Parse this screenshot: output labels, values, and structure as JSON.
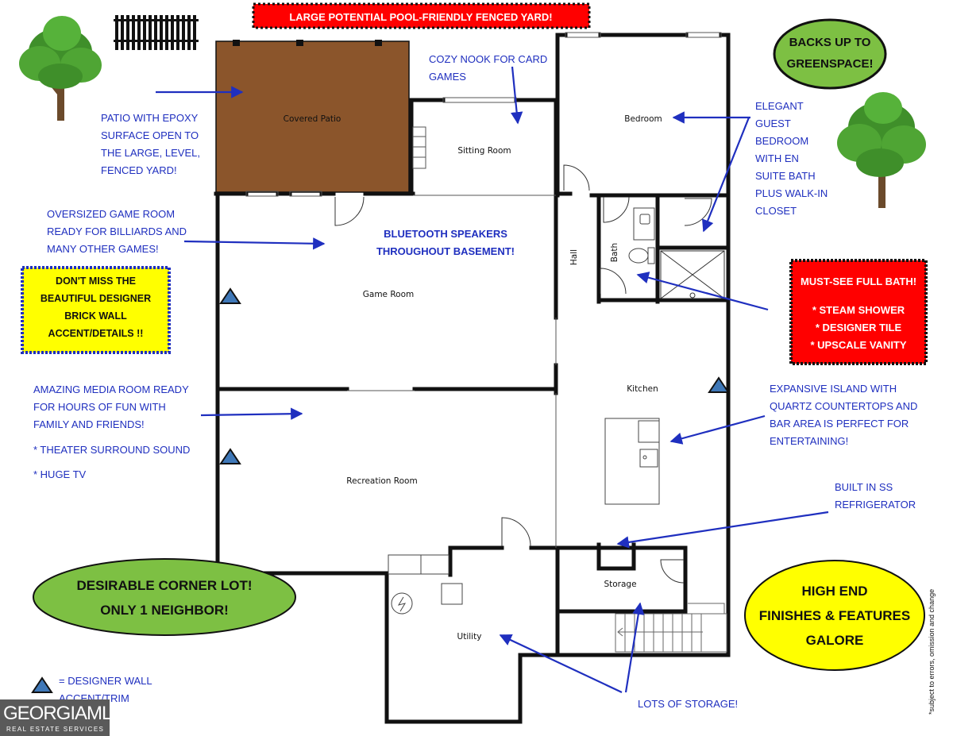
{
  "banner": "LARGE POTENTIAL POOL-FRIENDLY FENCED YARD!",
  "rooms": {
    "covered_patio": "Covered Patio",
    "sitting_room": "Sitting Room",
    "bedroom": "Bedroom",
    "game_room": "Game Room",
    "hall": "Hall",
    "bath": "Bath",
    "kitchen": "Kitchen",
    "recreation_room": "Recreation Room",
    "storage": "Storage",
    "utility": "Utility"
  },
  "notes": {
    "cozy_nook": "COZY NOOK FOR CARD\nGAMES",
    "patio": "PATIO WITH EPOXY\nSURFACE OPEN TO\nTHE LARGE, LEVEL,\nFENCED YARD!",
    "game_room": "OVERSIZED GAME ROOM\nREADY FOR BILLIARDS AND\nMANY OTHER GAMES!",
    "bluetooth": "BLUETOOTH SPEAKERS\nTHROUGHOUT BASEMENT!",
    "guest_bedroom": "ELEGANT\nGUEST\nBEDROOM\nWITH EN\nSUITE BATH\nPLUS WALK-IN\nCLOSET",
    "media_room": "AMAZING MEDIA ROOM READY\nFOR HOURS OF FUN WITH\nFAMILY AND FRIENDS!",
    "theater": "* THEATER SURROUND SOUND",
    "tv": "* HUGE TV",
    "island": "EXPANSIVE ISLAND WITH\nQUARTZ COUNTERTOPS  AND\nBAR AREA IS PERFECT FOR\nENTERTAINING!",
    "refrigerator": "BUILT IN SS\nREFRIGERATOR",
    "storage": "LOTS OF STORAGE!",
    "legend": "=  DESIGNER WALL\n     ACCENT/TRIM"
  },
  "callouts": {
    "greenspace": "BACKS UP TO\nGREENSPACE!",
    "brick_wall": "DON'T MISS THE\nBEAUTIFUL DESIGNER\nBRICK WALL\nACCENT/DETAILS !!",
    "full_bath_title": "MUST-SEE FULL BATH!",
    "full_bath_items": [
      "* STEAM SHOWER",
      "* DESIGNER TILE",
      "* UPSCALE VANITY"
    ],
    "corner_lot": "DESIRABLE CORNER LOT!\nONLY 1 NEIGHBOR!",
    "high_end": "HIGH END\nFINISHES & FEATURES\nGALORE"
  },
  "disclaimer": "*subject to errors, omission and change",
  "logo": {
    "main": "GEORGIAMLS",
    "sub": "REAL ESTATE SERVICES"
  },
  "colors": {
    "annotation_blue": "#1f2fbf",
    "patio_brown": "#8b552b",
    "red": "#ff0000",
    "green": "#7dc043",
    "yellow": "#ffff00",
    "accent_triangle": "#3f78b8"
  },
  "icons": [
    "tree-icon",
    "fence-icon",
    "triangle-accent-icon",
    "arrow-icon",
    "water-heater-icon",
    "stairs-icon"
  ]
}
